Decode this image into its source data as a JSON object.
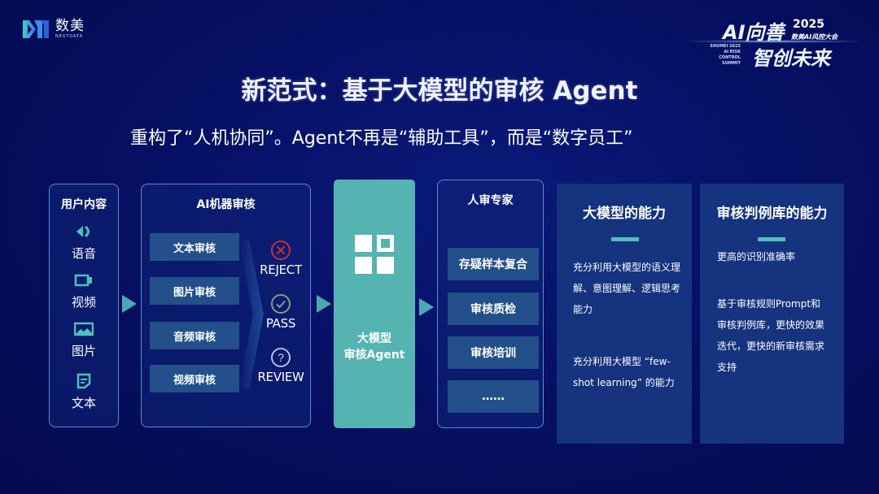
{
  "brand": {
    "logo_cn": "数美",
    "logo_en": "NEXTDATA"
  },
  "event_badge": {
    "line1": "AI向善",
    "year": "2025",
    "subtitle": "数美AI风控大会",
    "en_lines": [
      "SHUMEI 2025",
      "AI RISK CONTROL",
      "SUMMIT"
    ],
    "line2": "智创未来"
  },
  "title": "新范式：基于大模型的审核 Agent",
  "subtitle": "重构了“人机协同”。Agent不再是“辅助工具”，而是“数字员工”",
  "flow": {
    "user_content": {
      "title": "用户内容",
      "items": [
        {
          "label": "语音",
          "icon": "speaker-icon"
        },
        {
          "label": "视频",
          "icon": "video-camera-icon"
        },
        {
          "label": "图片",
          "icon": "image-icon"
        },
        {
          "label": "文本",
          "icon": "document-icon"
        }
      ]
    },
    "ai_review": {
      "title": "AI机器审核",
      "items": [
        "文本审核",
        "图片审核",
        "音频审核",
        "视频审核"
      ],
      "outcomes": [
        {
          "label": "REJECT",
          "icon": "x-circle-icon",
          "color": "#c0333a"
        },
        {
          "label": "PASS",
          "icon": "check-circle-icon",
          "color": "#7a8a7a"
        },
        {
          "label": "REVIEW",
          "icon": "question-circle-icon",
          "color": "#c8ccf0"
        }
      ]
    },
    "agent": {
      "label_line1": "大模型",
      "label_line2": "审核Agent"
    },
    "human_review": {
      "title": "人审专家",
      "items": [
        "存疑样本复合",
        "审核质检",
        "审核培训",
        "……"
      ]
    }
  },
  "capabilities": [
    {
      "title": "大模型的能力",
      "paragraphs": [
        [
          "充分利用大模型的语义理",
          "解、意图理解、逻辑思考",
          "能力"
        ],
        [
          "充分利用大模型 “few-",
          "shot learning” 的能力"
        ]
      ]
    },
    {
      "title": "审核判例库的能力",
      "paragraphs": [
        [
          "更高的识别准确率"
        ],
        [
          "基于审核规则Prompt和",
          "审核判例库，更快的效果",
          "迭代，更快的新审核需求",
          "支持"
        ]
      ]
    }
  ],
  "colors": {
    "background": "#061064",
    "teal_accent": "#55b3b1",
    "box_fill": "#23508a",
    "panel_border": "#5e8bd0",
    "cap_panel": "#15337e"
  }
}
